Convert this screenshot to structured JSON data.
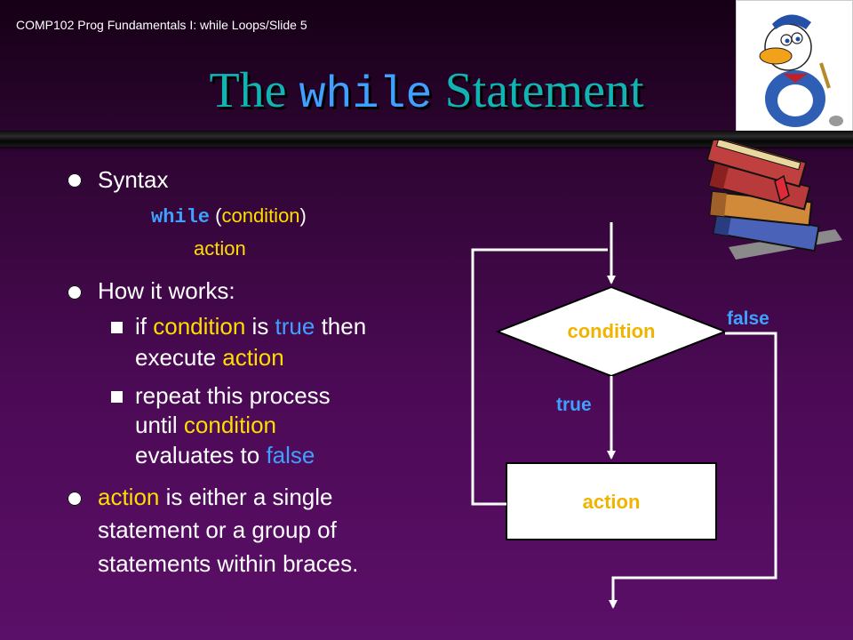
{
  "header": "COMP102 Prog Fundamentals I: while Loops/Slide 5",
  "title": {
    "prefix": "The ",
    "code": "while",
    "suffix": " Statement"
  },
  "bullets": {
    "syntax": {
      "label": "Syntax",
      "keyword": "while",
      "paren_open": "(",
      "condition": "condition",
      "paren_close": ")",
      "action": "action"
    },
    "how": {
      "label": "How it works:",
      "sub1": {
        "l1_a": "if ",
        "l1_b": "condition",
        "l1_c": " is ",
        "l1_d": "true",
        "l1_e": " then",
        "l2_a": "execute ",
        "l2_b": "action"
      },
      "sub2": {
        "l1": "repeat this process",
        "l2_a": "until ",
        "l2_b": "condition",
        "l3_a": "evaluates to ",
        "l3_b": "false"
      }
    },
    "action": {
      "l1_a": "action",
      "l1_b": " is either a single",
      "l2": "statement or a group of",
      "l3": "statements within braces."
    }
  },
  "diagram": {
    "condition_label": "condition",
    "action_label": "action",
    "true_label": "true",
    "false_label": "false"
  },
  "colors": {
    "title": "#11b3b3",
    "keyword": "#3fa0ff",
    "highlight": "#ffdd00",
    "diagram_text": "#f0b400"
  }
}
